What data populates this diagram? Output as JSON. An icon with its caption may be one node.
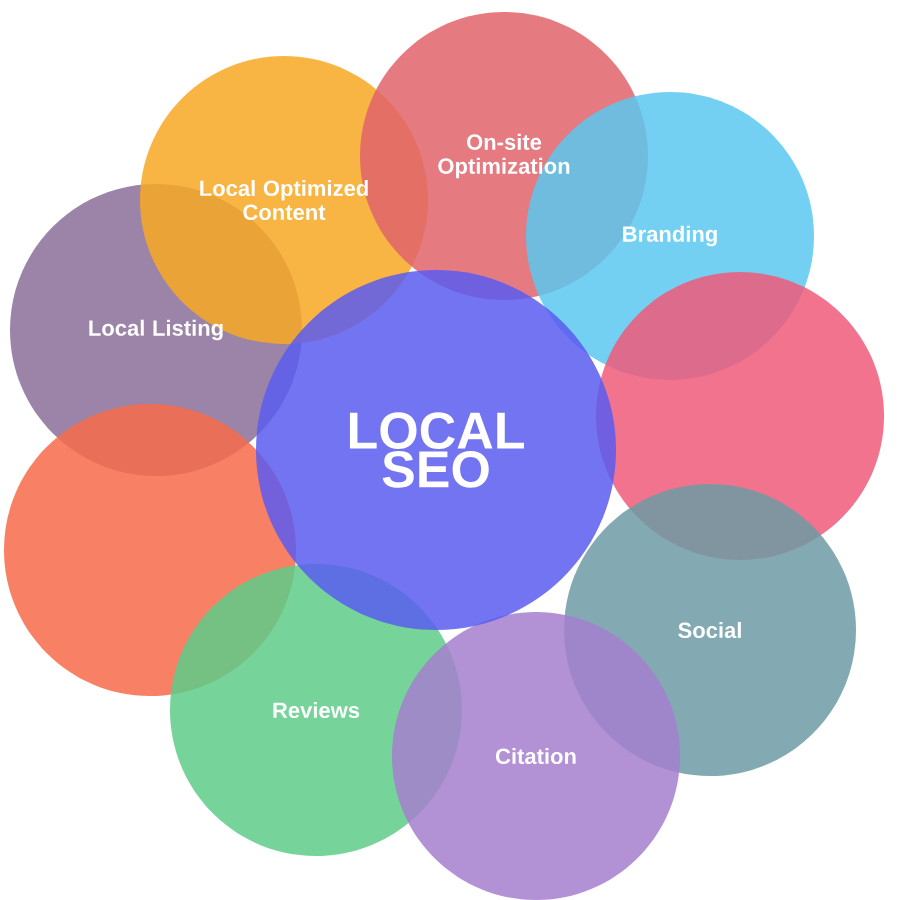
{
  "diagram": {
    "nodes": [
      {
        "text": [
          "LOCAL SEO"
        ]
      },
      {
        "text": [
          "On-site Optimization"
        ]
      },
      {
        "text": [
          "Local Optimized Content"
        ]
      },
      {
        "text": [
          "Branding"
        ]
      },
      {
        "text": [
          "Local Listing"
        ]
      },
      {
        "text": [],
        "shape": "circle"
      },
      {
        "text": [],
        "shape": "circle"
      },
      {
        "text": [
          "Social"
        ]
      },
      {
        "text": [
          "Reviews"
        ]
      },
      {
        "text": [
          "Citation"
        ]
      }
    ]
  }
}
